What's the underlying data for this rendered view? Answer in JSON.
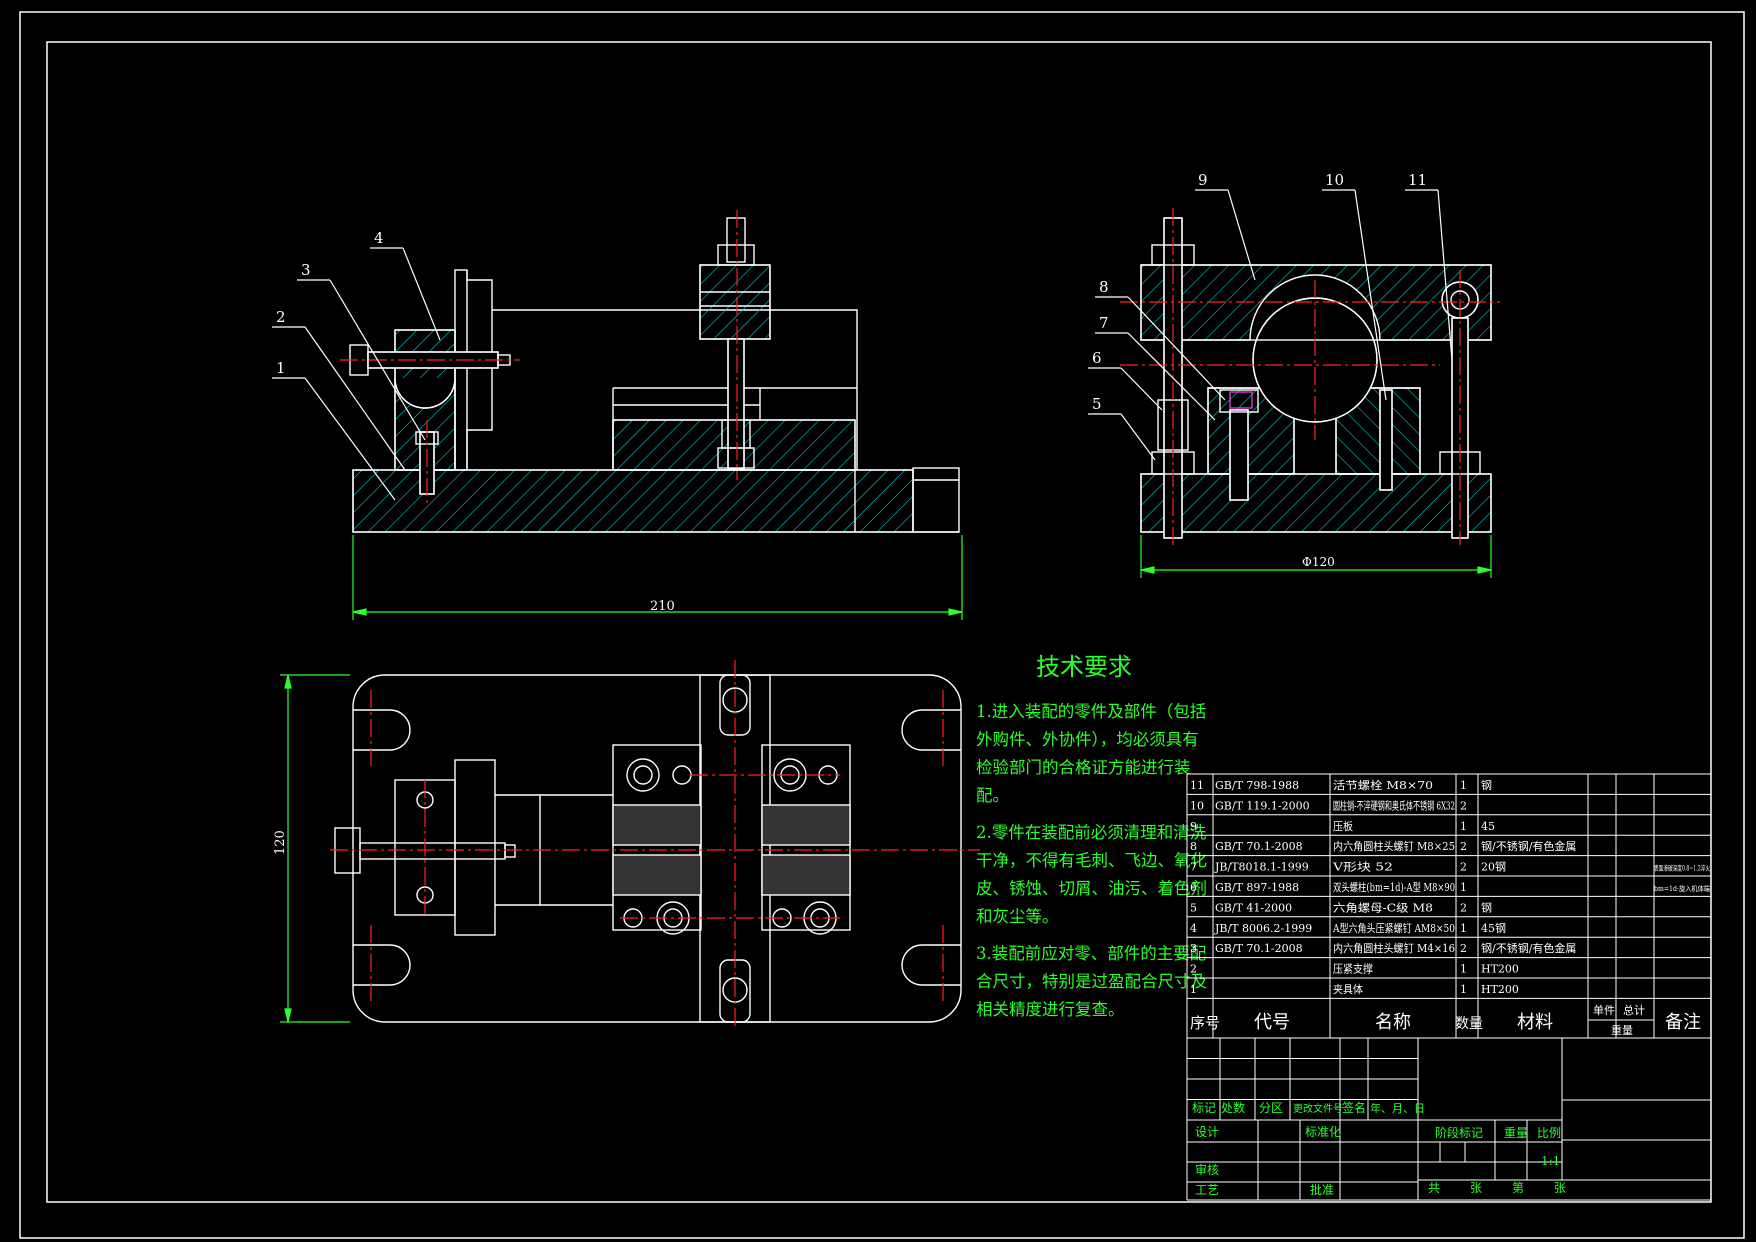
{
  "drawing": {
    "colors": {
      "background": "#000000",
      "outline": "#ffffff",
      "hatch": "#00c8c8",
      "center": "#ff2020",
      "dimension": "#2aff2a",
      "magenta": "#ff40ff"
    },
    "balloons": {
      "front": [
        "4",
        "3",
        "2",
        "1"
      ],
      "side": [
        "9",
        "10",
        "11",
        "8",
        "7",
        "6",
        "5"
      ]
    },
    "dims": {
      "front_length": "210",
      "side_width": "Φ120",
      "top_height": "120"
    }
  },
  "tech_req": {
    "title": "技术要求",
    "lines": [
      "1.进入装配的零件及部件（包括",
      "外购件、外协件），均必须具有",
      "检验部门的合格证方能进行装",
      "配。",
      "2.零件在装配前必须清理和清洗",
      "干净，不得有毛刺、飞边、氧化",
      "皮、锈蚀、切屑、油污、着色剂",
      "和灰尘等。",
      "3.装配前应对零、部件的主要配",
      "合尺寸，特别是过盈配合尺寸及",
      "相关精度进行复查。"
    ]
  },
  "bom": {
    "rows": [
      {
        "no": "11",
        "code": "GB/T 798-1988",
        "name": "活节螺栓 M8×70",
        "qty": "1",
        "mat": "钢",
        "note": ""
      },
      {
        "no": "10",
        "code": "GB/T 119.1-2000",
        "name": "圆柱销-不淬硬钢和奥氏体不锈钢 6X32",
        "qty": "2",
        "mat": "",
        "note": ""
      },
      {
        "no": "9",
        "code": "",
        "name": "压板",
        "qty": "1",
        "mat": "45",
        "note": ""
      },
      {
        "no": "8",
        "code": "GB/T 70.1-2008",
        "name": "内六角圆柱头螺钉 M8×25",
        "qty": "2",
        "mat": "钢/不锈钢/有色金属",
        "note": ""
      },
      {
        "no": "7",
        "code": "JB/T8018.1-1999",
        "name": "V形块 52",
        "qty": "2",
        "mat": "20钢",
        "note": "表面渗碳深度0.8~1.2淬火"
      },
      {
        "no": "6",
        "code": "GB/T 897-1988",
        "name": "双头螺柱(bm=1d)-A型 M8×90",
        "qty": "1",
        "mat": "",
        "note": "bm=1d-旋入机体端"
      },
      {
        "no": "5",
        "code": "GB/T 41-2000",
        "name": "六角螺母-C级 M8",
        "qty": "2",
        "mat": "钢",
        "note": ""
      },
      {
        "no": "4",
        "code": "JB/T 8006.2-1999",
        "name": "A型六角头压紧螺钉 AM8×50",
        "qty": "1",
        "mat": "45钢",
        "note": ""
      },
      {
        "no": "3",
        "code": "GB/T 70.1-2008",
        "name": "内六角圆柱头螺钉 M4×16",
        "qty": "2",
        "mat": "钢/不锈钢/有色金属",
        "note": ""
      },
      {
        "no": "2",
        "code": "",
        "name": "压紧支撑",
        "qty": "1",
        "mat": "HT200",
        "note": ""
      },
      {
        "no": "1",
        "code": "",
        "name": "夹具体",
        "qty": "1",
        "mat": "HT200",
        "note": ""
      }
    ],
    "header": {
      "no": "序号",
      "code": "代号",
      "name": "名称",
      "qty": "数量",
      "mat": "材料",
      "unit": "单件",
      "total": "总计",
      "weight": "重量",
      "note": "备注"
    }
  },
  "title_block": {
    "marks": [
      "标记",
      "处数",
      "分区",
      "更改文件号",
      "签名",
      "年、月、日"
    ],
    "design": "设计",
    "standard": "标准化",
    "review": "审核",
    "process": "工艺",
    "approve": "批准",
    "stage": "阶段标记",
    "weight": "重量",
    "scale": "比例",
    "scale_val": "1:1",
    "sheet": [
      "共",
      "张",
      "第",
      "张"
    ]
  }
}
